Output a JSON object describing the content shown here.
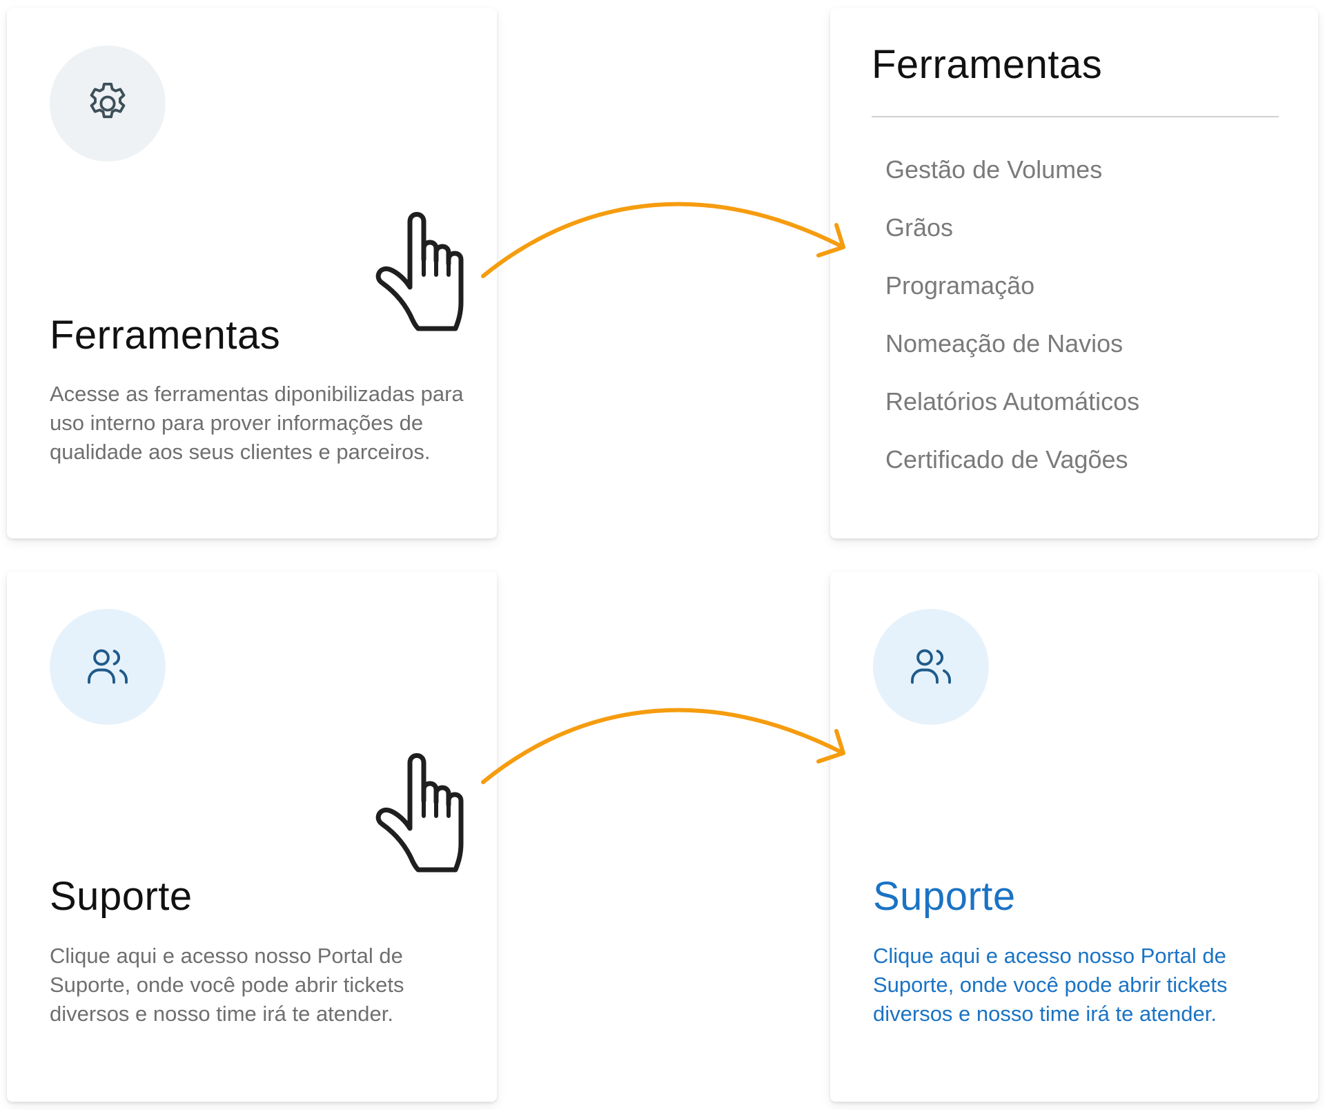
{
  "tools_card": {
    "title": "Ferramentas",
    "description": "Acesse as ferramentas diponibilizadas para uso interno para prover informações de qualidade aos seus clientes e parceiros.",
    "icon": "gear-icon"
  },
  "tools_menu": {
    "title": "Ferramentas",
    "items": [
      {
        "label": "Gestão de Volumes"
      },
      {
        "label": "Grãos"
      },
      {
        "label": "Programação"
      },
      {
        "label": "Nomeação de Navios"
      },
      {
        "label": "Relatórios Automáticos"
      },
      {
        "label": "Certificado de Vagões"
      }
    ]
  },
  "support_card": {
    "title": "Suporte",
    "description": "Clique aqui e acesso nosso Portal de Suporte, onde você pode abrir tickets diversos e nosso time irá te atender.",
    "icon": "users-icon"
  },
  "support_card_hover": {
    "title": "Suporte",
    "description": "Clique aqui e acesso nosso Portal de Suporte, onde você pode abrir tickets diversos e nosso time irá te atender.",
    "icon": "users-icon"
  },
  "colors": {
    "accent_blue": "#1a73c4",
    "arrow_orange": "#f59c0f",
    "icon_gray": "#3d4f58",
    "icon_blue": "#1f5a8a",
    "icon_bg_gray": "#eef2f4",
    "icon_bg_blue": "#e6f2fb"
  },
  "annotations": {
    "pointer": "hand-pointer-icon",
    "arrow": "curved-arrow-icon"
  }
}
